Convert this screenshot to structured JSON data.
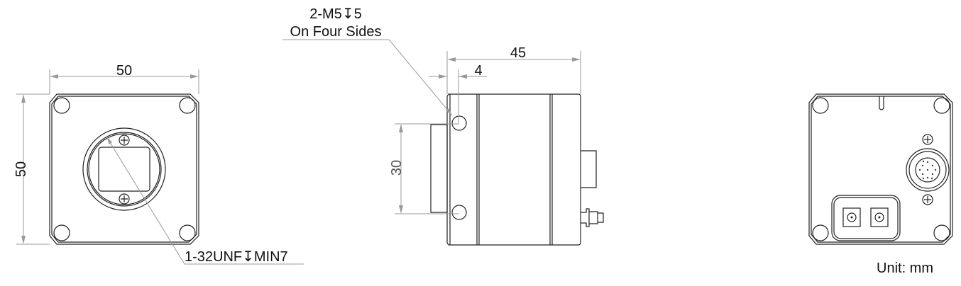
{
  "front_view": {
    "width_dim": "50",
    "height_dim": "50",
    "mount_note": "1-32UNF↧MIN7"
  },
  "side_view": {
    "length_dim": "45",
    "offset_dim": "4",
    "hole_spacing_dim": "30",
    "hole_note_line1": "2-M5↧5",
    "hole_note_line2": "On Four Sides"
  },
  "back_view": {},
  "unit_label": "Unit: mm"
}
